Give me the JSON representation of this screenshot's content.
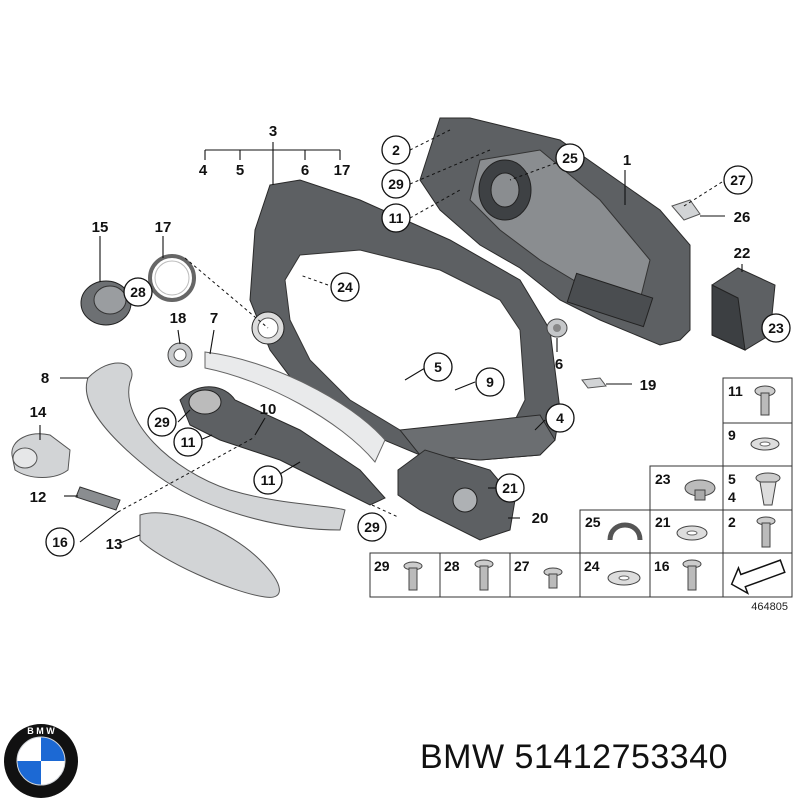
{
  "diagram": {
    "callouts": [
      {
        "id": "c3",
        "text": "3"
      },
      {
        "id": "c4a",
        "text": "4"
      },
      {
        "id": "c5a",
        "text": "5"
      },
      {
        "id": "c6a",
        "text": "6"
      },
      {
        "id": "c17a",
        "text": "17"
      },
      {
        "id": "c15",
        "text": "15"
      },
      {
        "id": "c17b",
        "text": "17"
      },
      {
        "id": "c28",
        "text": "28"
      },
      {
        "id": "c18",
        "text": "18"
      },
      {
        "id": "c7",
        "text": "7"
      },
      {
        "id": "c8",
        "text": "8"
      },
      {
        "id": "c14",
        "text": "14"
      },
      {
        "id": "c12",
        "text": "12"
      },
      {
        "id": "c16",
        "text": "16"
      },
      {
        "id": "c13",
        "text": "13"
      },
      {
        "id": "c29a",
        "text": "29"
      },
      {
        "id": "c11a",
        "text": "11"
      },
      {
        "id": "c10",
        "text": "10"
      },
      {
        "id": "c11b",
        "text": "11"
      },
      {
        "id": "c29b",
        "text": "29"
      },
      {
        "id": "c24",
        "text": "24"
      },
      {
        "id": "c5b",
        "text": "5"
      },
      {
        "id": "c9",
        "text": "9"
      },
      {
        "id": "c4b",
        "text": "4"
      },
      {
        "id": "c2",
        "text": "2"
      },
      {
        "id": "c29c",
        "text": "29"
      },
      {
        "id": "c11c",
        "text": "11"
      },
      {
        "id": "c25",
        "text": "25"
      },
      {
        "id": "c1",
        "text": "1"
      },
      {
        "id": "c27",
        "text": "27"
      },
      {
        "id": "c26",
        "text": "26"
      },
      {
        "id": "c22",
        "text": "22"
      },
      {
        "id": "c23",
        "text": "23"
      },
      {
        "id": "c6b",
        "text": "6"
      },
      {
        "id": "c19",
        "text": "19"
      },
      {
        "id": "c21",
        "text": "21"
      },
      {
        "id": "c20",
        "text": "20"
      }
    ],
    "fastener_cells": [
      {
        "id": "f11",
        "text": "11"
      },
      {
        "id": "f9",
        "text": "9"
      },
      {
        "id": "f23",
        "text": "23"
      },
      {
        "id": "f54",
        "text": "5\n4"
      },
      {
        "id": "f25",
        "text": "25"
      },
      {
        "id": "f21",
        "text": "21"
      },
      {
        "id": "f2",
        "text": "2"
      },
      {
        "id": "f29",
        "text": "29"
      },
      {
        "id": "f28",
        "text": "28"
      },
      {
        "id": "f27",
        "text": "27"
      },
      {
        "id": "f24",
        "text": "24"
      },
      {
        "id": "f16",
        "text": "16"
      }
    ],
    "reference_number": "464805"
  },
  "footer": {
    "brand": "BMW",
    "part_number": "51412753340",
    "caption": "BMW 51412753340"
  },
  "colors": {
    "logo_blue": "#1c69d4",
    "logo_ring": "#111111",
    "part_dark": "#5d6063",
    "part_light": "#d2d4d6"
  },
  "icons": [
    "bmw-logo-icon",
    "assembly-arrow-icon"
  ]
}
